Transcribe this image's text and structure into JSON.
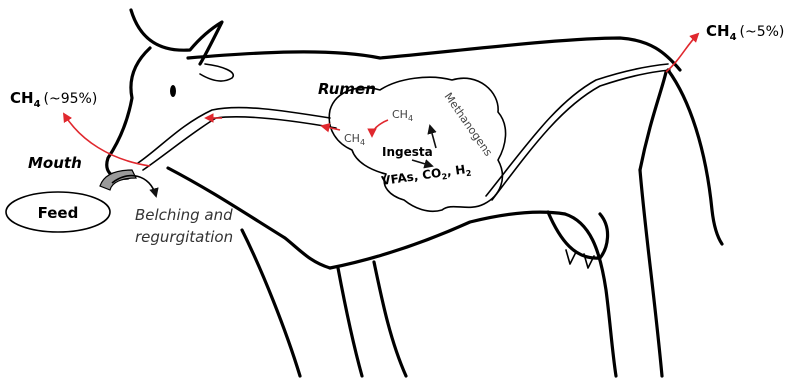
{
  "labels": {
    "ch4_mouth": "CH",
    "ch4_mouth_sub": "4",
    "ch4_mouth_pct": "(~95%)",
    "ch4_tail": "CH",
    "ch4_tail_sub": "4",
    "ch4_tail_pct": "(~5%)",
    "mouth": "Mouth",
    "rumen": "Rumen",
    "methanogens": "Methanogens",
    "ch4_inner_1": "CH",
    "ch4_inner_1_sub": "4",
    "ch4_inner_2": "CH",
    "ch4_inner_2_sub": "4",
    "ingesta": "Ingesta",
    "vfas": "VFAs, CO",
    "vfas_sub1": "2",
    "vfas_mid": ", H",
    "vfas_sub2": "2",
    "feed": "Feed",
    "belching_line1": "Belching and",
    "belching_line2": "regurgitation"
  },
  "colors": {
    "emission_arrow": "#e0282e",
    "outline": "#000000"
  }
}
